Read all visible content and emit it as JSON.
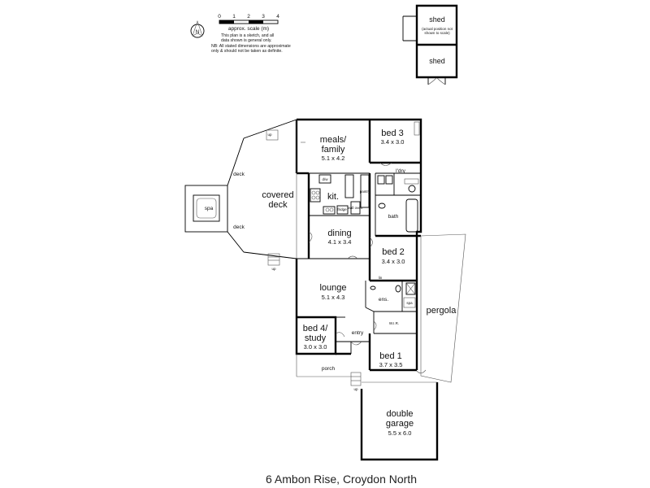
{
  "address": "6 Ambon Rise, Croydon North",
  "legend": {
    "scale_ticks": [
      "0",
      "1",
      "2",
      "3",
      "4"
    ],
    "scale_label": "approx. scale (m)",
    "compass": "N",
    "note_lines": [
      "This plan is a sketch, and all",
      "data shown is general only.",
      "NB: All stated dimensions are approximate",
      "only & should not be taken as definite."
    ]
  },
  "shed": {
    "label_top": "shed",
    "note_lines": [
      "(actual position not",
      "shown to scale)"
    ],
    "label_bottom": "shed"
  },
  "rooms": {
    "meals_family": {
      "name_lines": [
        "meals/",
        "family"
      ],
      "dims": "5.1 x 4.2"
    },
    "bed3": {
      "name": "bed 3",
      "dims": "3.4 x 3.0"
    },
    "ldry": "l'dry",
    "kit": "kit.",
    "covered_deck": {
      "name_lines": [
        "covered",
        "deck"
      ]
    },
    "deck_top": "deck",
    "deck_bottom": "deck",
    "spa": "spa",
    "bath": "bath",
    "dining": {
      "name": "dining",
      "dims": "4.1 x 3.4"
    },
    "bed2": {
      "name": "bed 2",
      "dims": "3.4 x 3.0"
    },
    "lounge": {
      "name": "lounge",
      "dims": "5.1 x 4.3"
    },
    "ens": "ens.",
    "pergola": "pergola",
    "bed4_study": {
      "name_lines": [
        "bed 4/",
        "study"
      ],
      "dims": "3.0 x 3.0"
    },
    "entry": "entry",
    "bed1": {
      "name": "bed 1",
      "dims": "3.7 x 3.5"
    },
    "porch": "porch",
    "double_garage": {
      "name_lines": [
        "double",
        "garage"
      ],
      "dims": "5.5 x 6.0"
    }
  },
  "markers": {
    "up": "up",
    "wir": "W.I.R.",
    "spa_small": "spa",
    "dishwasher": "d/w",
    "fridge": "fridge",
    "wall_oven": "wall oven",
    "pantry": "pantry",
    "lin": "lin"
  }
}
